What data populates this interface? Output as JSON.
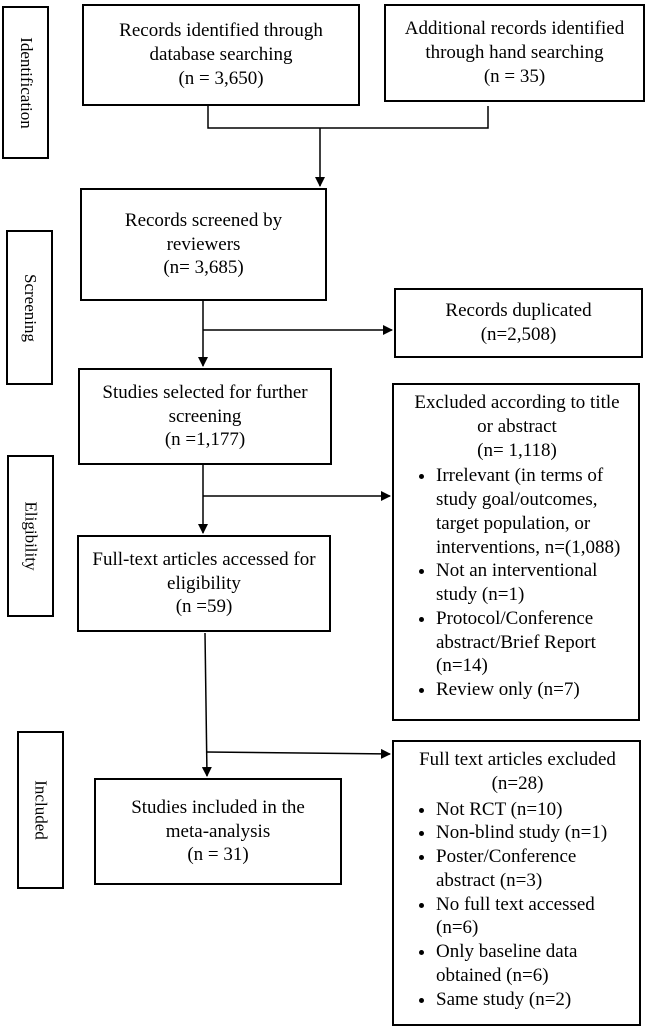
{
  "stages": [
    "Identification",
    "Screening",
    "Eligibility",
    "Included"
  ],
  "boxes": {
    "database": [
      "Records identified through",
      "database searching",
      "(n = 3,650)"
    ],
    "hand": [
      "Additional records identified",
      "through hand searching",
      "(n = 35)"
    ],
    "screened": [
      "Records screened by",
      "reviewers",
      "(n= 3,685)"
    ],
    "duplicated": [
      "Records duplicated",
      "(n=2,508)"
    ],
    "selected": [
      "Studies selected for further",
      "screening",
      "(n =1,177)"
    ],
    "fulltext": [
      "Full-text articles accessed for",
      "eligibility",
      "(n =59)"
    ],
    "included": [
      "Studies included in the",
      "meta-analysis",
      "(n = 31)"
    ]
  },
  "excluded_title": {
    "header": [
      "Excluded according to title",
      "or abstract",
      "(n= 1,118)"
    ],
    "items": [
      "Irrelevant (in terms of study goal/outcomes, target population, or interventions, n=(1,088)",
      "Not an interventional study (n=1)",
      "Protocol/Conference abstract/Brief Report (n=14)",
      "Review only (n=7)"
    ]
  },
  "excluded_fulltext": {
    "header": [
      "Full text articles excluded",
      "(n=28)"
    ],
    "items": [
      "Not RCT (n=10)",
      "Non-blind study (n=1)",
      "Poster/Conference abstract (n=3)",
      "No full text accessed (n=6)",
      "Only baseline data obtained (n=6)",
      "Same study (n=2)"
    ]
  }
}
